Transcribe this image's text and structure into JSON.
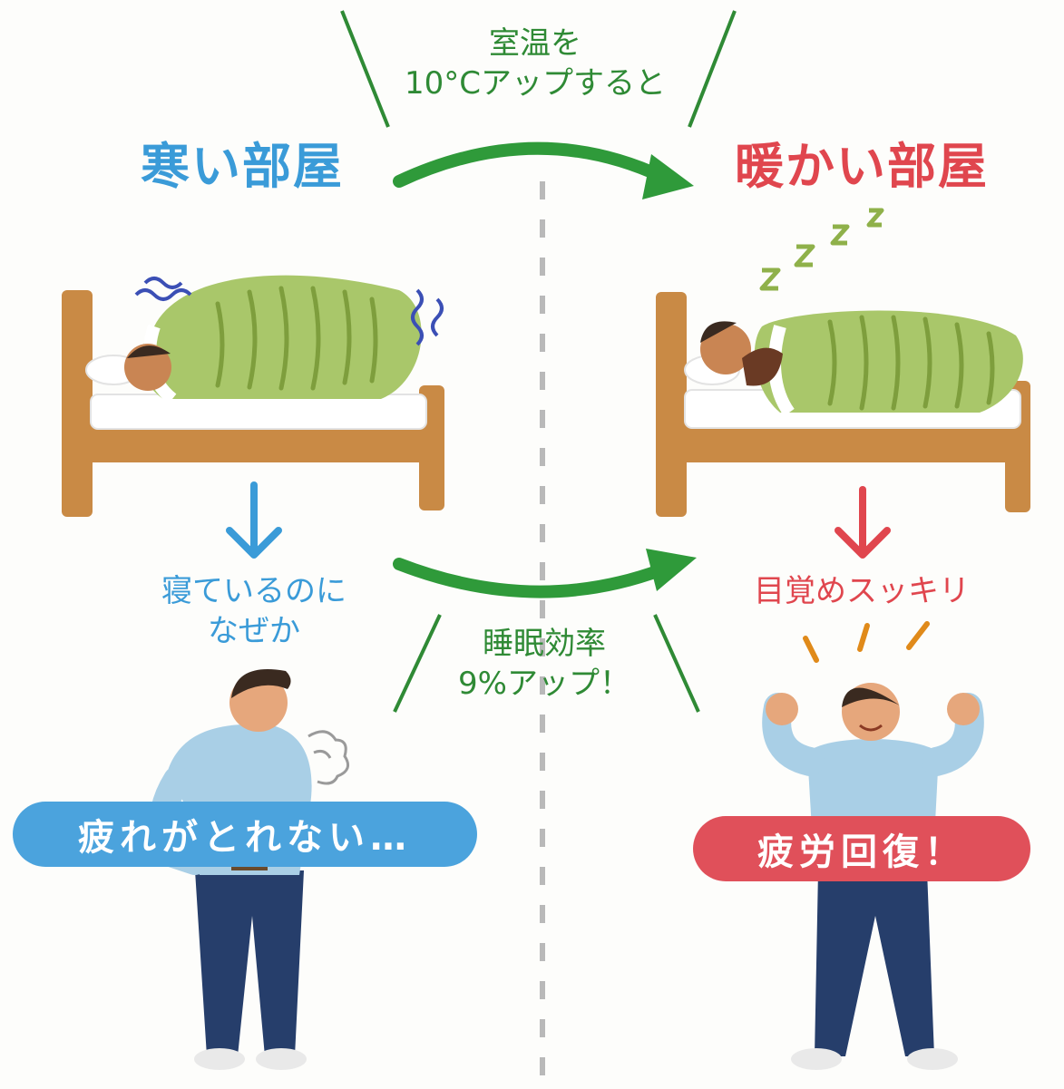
{
  "top_note": {
    "line1": "室温を",
    "line2": "10°Cアップすると"
  },
  "left": {
    "title": "寒い部屋",
    "caption_line1": "寝ているのに",
    "caption_line2": "なぜか",
    "result": "疲れがとれない…"
  },
  "right": {
    "title": "暖かい部屋",
    "caption": "目覚めスッキリ",
    "result": "疲労回復！"
  },
  "middle_note": {
    "line1": "睡眠効率",
    "line2": "9%アップ！"
  },
  "colors": {
    "cold": "#3a9bd8",
    "warm": "#e0464e",
    "green": "#2f8a35",
    "cold_pill": "#4ba3dd",
    "warm_pill": "#e0505a"
  }
}
